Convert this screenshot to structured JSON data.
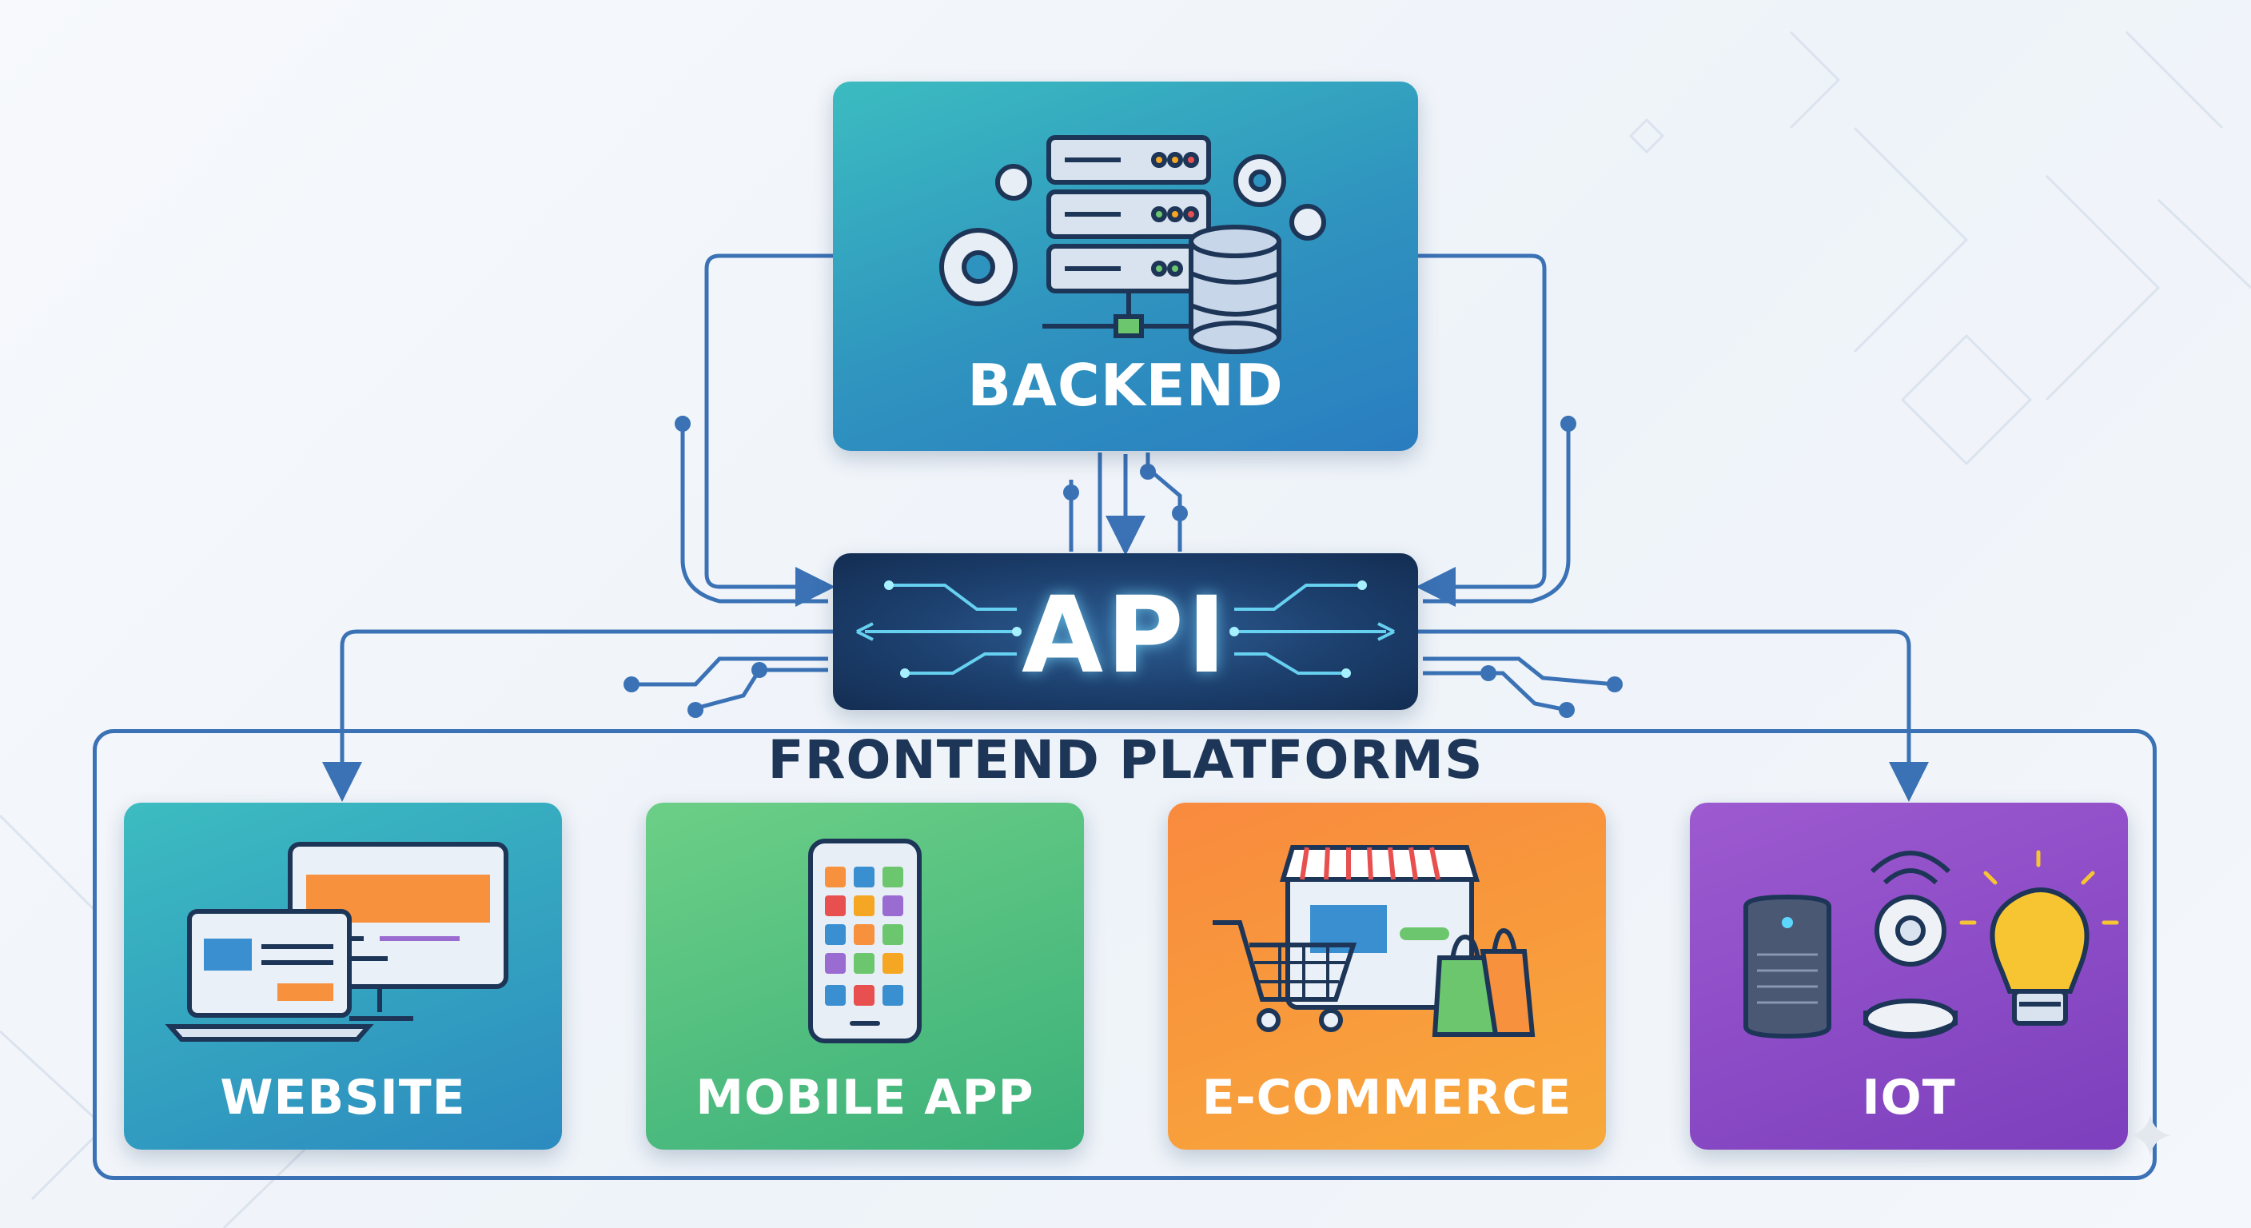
{
  "diagram": {
    "backend": {
      "label": "BACKEND",
      "icons": [
        "gear-icon",
        "server-rack-icon",
        "database-icon"
      ]
    },
    "api": {
      "label": "API"
    },
    "frontend": {
      "title": "FRONTEND PLATFORMS",
      "platforms": [
        {
          "label": "WEBSITE",
          "icon": "monitor-laptop-icon"
        },
        {
          "label": "MOBILE APP",
          "icon": "smartphone-icon"
        },
        {
          "label": "E-COMMERCE",
          "icon": "storefront-cart-icon"
        },
        {
          "label": "IOT",
          "icon": "smart-devices-icon"
        }
      ]
    }
  },
  "colors": {
    "connector": "#3a72b5",
    "backend": "#2f93bf",
    "api": "#1c3f6d",
    "title": "#1d3557",
    "website": "#2c8bc0",
    "mobile": "#3bb07a",
    "ecommerce": "#f98a3e",
    "iot": "#8a4cc6"
  }
}
